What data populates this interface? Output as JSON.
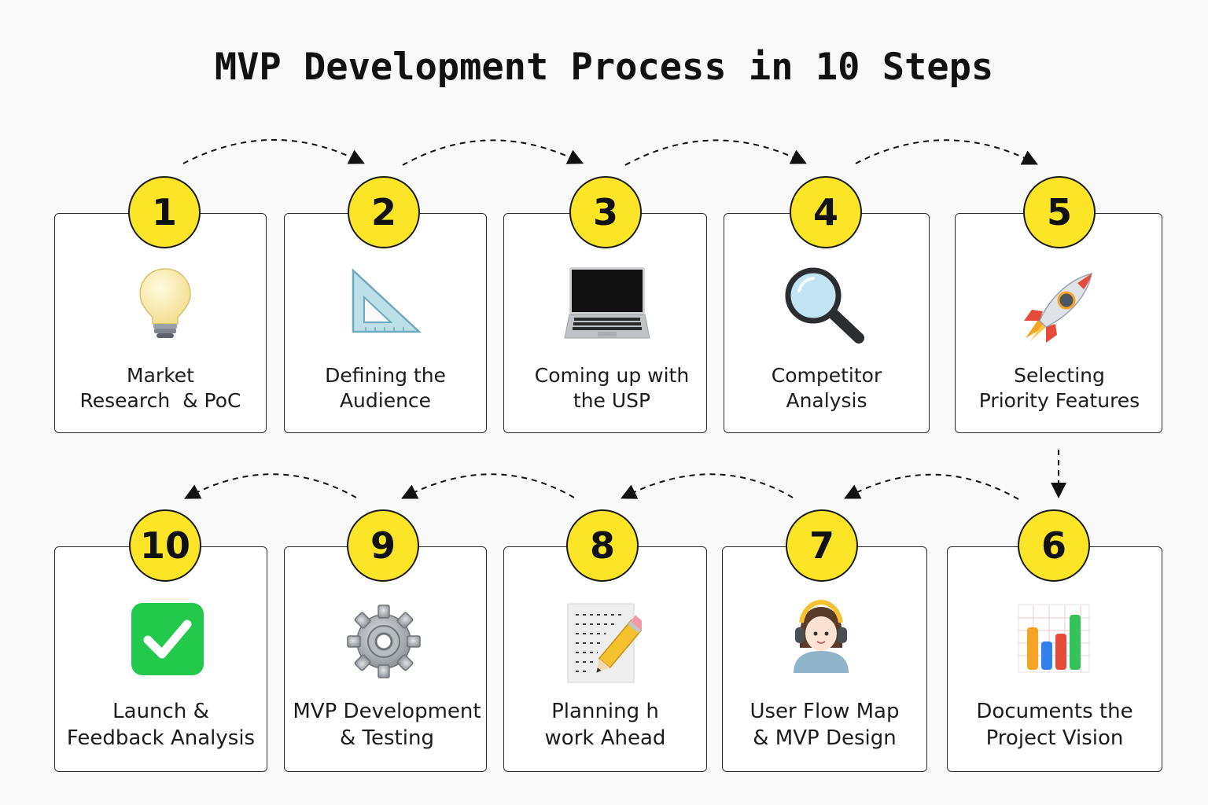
{
  "title": "MVP Development Process in 10 Steps",
  "accent_color": "#fbe526",
  "steps": [
    {
      "number": "1",
      "line1": "Market",
      "line2": "Research  & PoC",
      "icon": "lightbulb-icon"
    },
    {
      "number": "2",
      "line1": "Defining the",
      "line2": "Audience",
      "icon": "set-square-icon"
    },
    {
      "number": "3",
      "line1": "Coming up with",
      "line2": "the USP",
      "icon": "laptop-icon"
    },
    {
      "number": "4",
      "line1": "Competitor",
      "line2": "Analysis",
      "icon": "magnifying-glass-icon"
    },
    {
      "number": "5",
      "line1": "Selecting",
      "line2": "Priority Features",
      "icon": "rocket-icon"
    },
    {
      "number": "6",
      "line1": "Documents the",
      "line2": "Project Vision",
      "icon": "bar-chart-icon"
    },
    {
      "number": "7",
      "line1": "User Flow Map",
      "line2": "& MVP Design",
      "icon": "user-headset-icon"
    },
    {
      "number": "8",
      "line1": "Planning h",
      "line2": "work Ahead",
      "icon": "notepad-pencil-icon"
    },
    {
      "number": "9",
      "line1": "MVP Development",
      "line2": "& Testing",
      "icon": "gear-icon"
    },
    {
      "number": "10",
      "line1": "Launch &",
      "line2": "Feedback Analysis",
      "icon": "checkmark-icon"
    }
  ]
}
